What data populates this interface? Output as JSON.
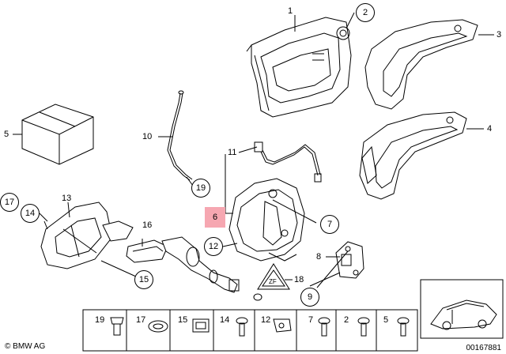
{
  "callouts": {
    "c1": "1",
    "c2": "2",
    "c3": "3",
    "c4": "4",
    "c5": "5",
    "c6": "6",
    "c7": "7",
    "c8": "8",
    "c9": "9",
    "c10": "10",
    "c11": "11",
    "c12": "12",
    "c13": "13",
    "c14": "14",
    "c15": "15",
    "c16": "16",
    "c17": "17",
    "c18": "18",
    "c19": "19"
  },
  "parts_strip": [
    "19",
    "17",
    "15",
    "14",
    "12",
    "7",
    "2",
    "5"
  ],
  "footer": {
    "copyright": "© BMW AG",
    "diagram_number": "00167881"
  },
  "colors": {
    "highlight": "#f6a7b1",
    "line": "#000000"
  }
}
